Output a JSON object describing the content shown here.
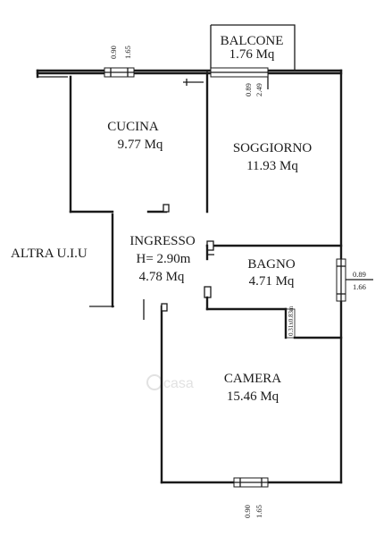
{
  "rooms": {
    "balcone": {
      "name": "BALCONE",
      "area": "1.76 Mq"
    },
    "cucina": {
      "name": "CUCINA",
      "area": "9.77 Mq"
    },
    "soggiorno": {
      "name": "SOGGIORNO",
      "area": "11.93 Mq"
    },
    "ingresso": {
      "name": "INGRESSO",
      "height": "H= 2.90m",
      "area": "4.78 Mq"
    },
    "bagno": {
      "name": "BAGNO",
      "area": "4.71 Mq"
    },
    "camera": {
      "name": "CAMERA",
      "area": "15.46 Mq"
    }
  },
  "outside": {
    "label": "ALTRA U.I.U"
  },
  "openings": {
    "cucina_window": {
      "width": "0.90",
      "height": "1.65"
    },
    "balcone_door": {
      "width": "0.89",
      "height": "2.49"
    },
    "bagno_window": {
      "width": "0.89",
      "height": "1.66"
    },
    "bagno_niche": {
      "label": "0.31x0.83m"
    },
    "camera_window": {
      "width": "0.90",
      "height": "1.65"
    }
  },
  "watermark": {
    "text": "casa"
  }
}
